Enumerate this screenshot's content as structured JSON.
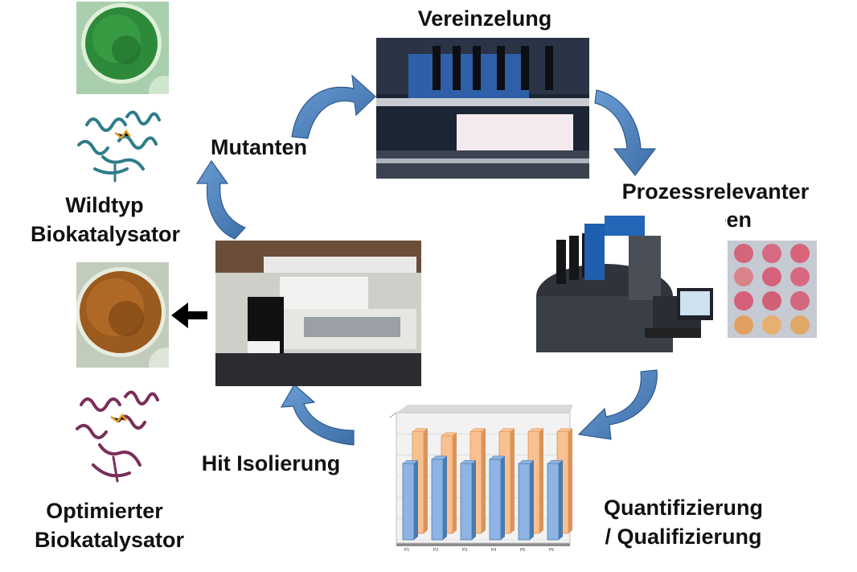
{
  "labels": {
    "vereinzelung": "Vereinzelung",
    "mutanten": "Mutanten",
    "wildtyp_line1": "Wildtyp",
    "wildtyp_line2": "Biokatalysator",
    "screen_line1": "Prozessrelevanter",
    "screen_line2": "Screen",
    "hit_isolierung": "Hit Isolierung",
    "quant_line1": "Quantifizierung",
    "quant_line2": "/ Qualifizierung",
    "optimiert_line1": "Optimierter",
    "optimiert_line2": "Biokatalysator"
  },
  "colors": {
    "cycle_arrow": "#4f81bd",
    "cycle_arrow_outline": "#2f5b8e",
    "wildtyp_protein": "#2e7d8a",
    "optimized_protein": "#7a2e5a",
    "bar_blue": "#8db4e2",
    "bar_orange": "#fac090"
  },
  "icons": {
    "cycle_arrows": "curved-arrow-icon",
    "result_arrow": "left-arrow-icon"
  },
  "chart_data": {
    "type": "bar",
    "categories": [
      "P1",
      "P2",
      "P3",
      "P4",
      "P5",
      "P6"
    ],
    "series": [
      {
        "values": [
          0.18,
          0.19,
          0.18,
          0.19,
          0.18,
          0.18
        ]
      },
      {
        "values": [
          0.24,
          0.23,
          0.24,
          0.24,
          0.24,
          0.24
        ]
      }
    ],
    "ylim": [
      0,
      0.3
    ]
  }
}
